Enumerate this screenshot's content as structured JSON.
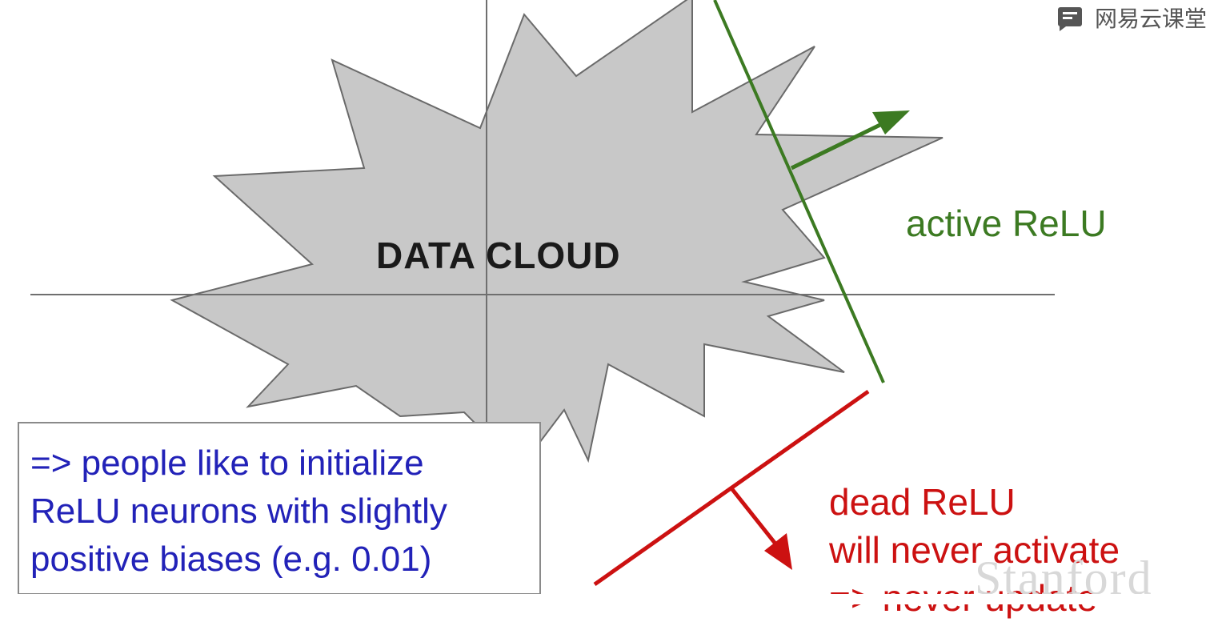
{
  "diagram": {
    "title": "DATA CLOUD",
    "active_label": "active ReLU",
    "dead_label_lines": [
      "dead ReLU",
      "will never activate",
      "=> never update"
    ],
    "note_lines": [
      "=> people like to initialize",
      "ReLU neurons with slightly",
      "positive biases (e.g. 0.01)"
    ],
    "colors": {
      "cloud_fill": "#c8c8c8",
      "cloud_stroke": "#6a6a6a",
      "axes": "#6f6f6f",
      "active": "#3c7a22",
      "dead": "#cc1111",
      "note_text": "#2222b8"
    }
  },
  "branding": {
    "logo_text": "网易云课堂",
    "logo_icon": "book-icon",
    "watermark": "Stanford"
  }
}
